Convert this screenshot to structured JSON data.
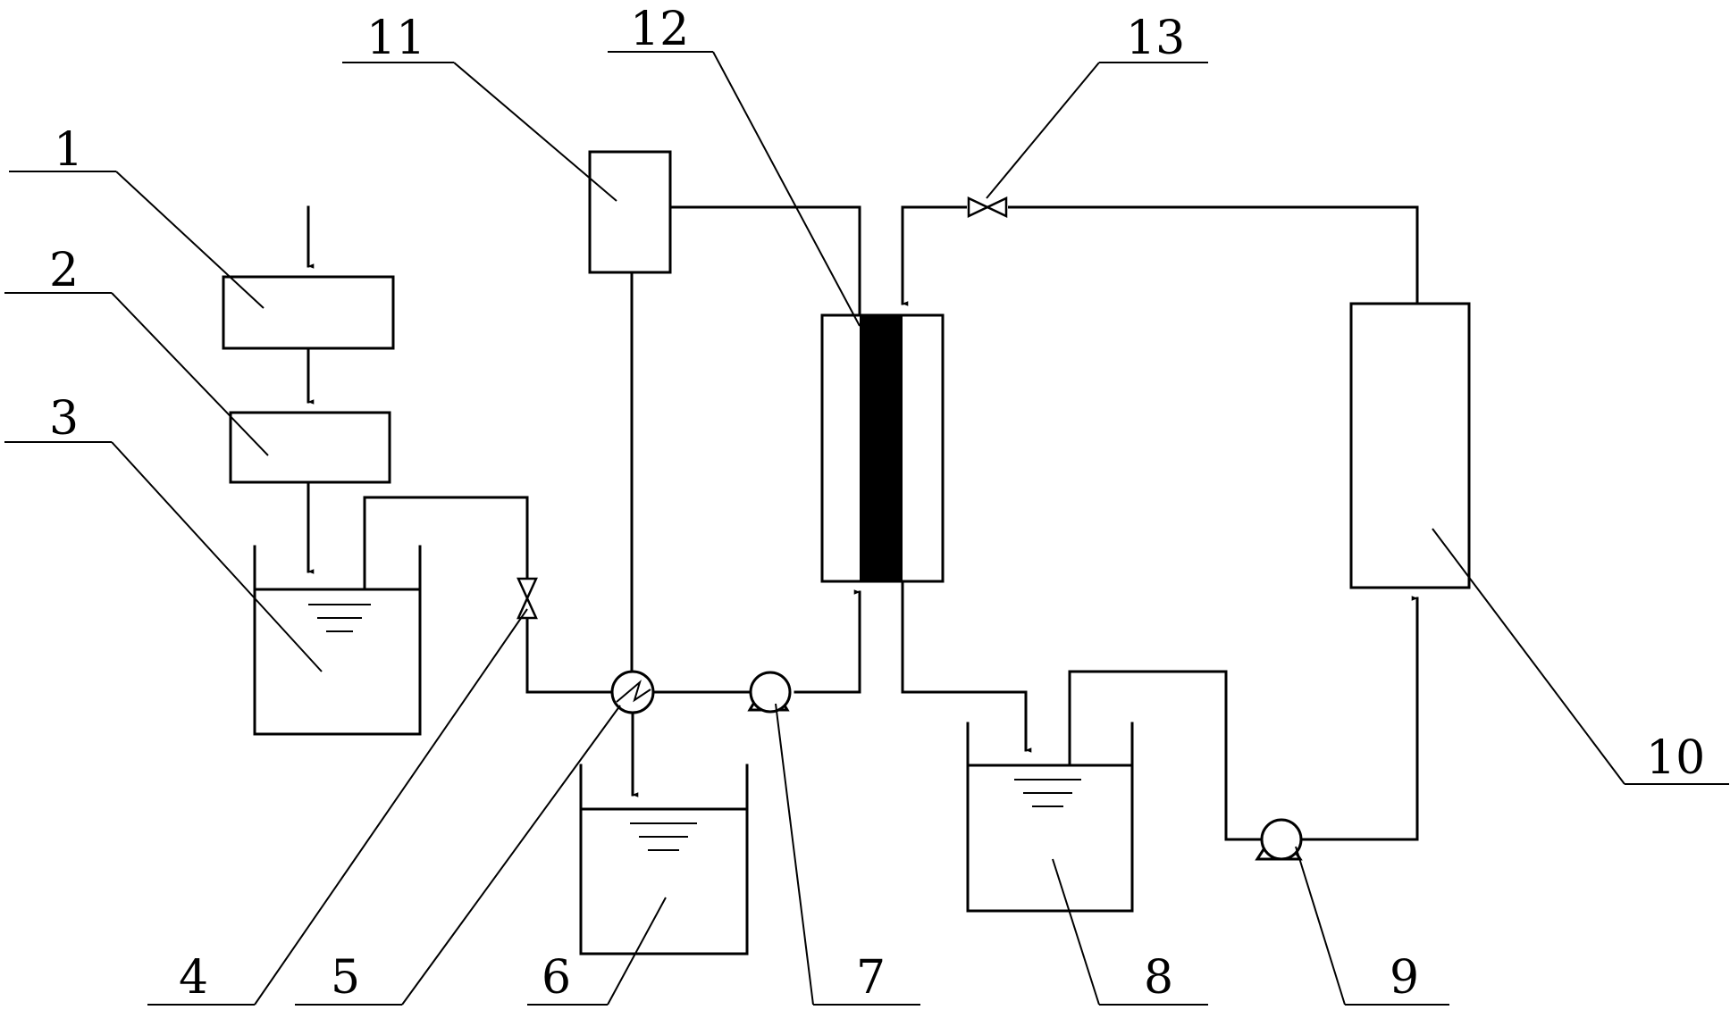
{
  "diagram": {
    "labels": {
      "l1": "1",
      "l2": "2",
      "l3": "3",
      "l4": "4",
      "l5": "5",
      "l6": "6",
      "l7": "7",
      "l8": "8",
      "l9": "9",
      "l10": "10",
      "l11": "11",
      "l12": "12",
      "l13": "13"
    },
    "colors": {
      "line": "#000000",
      "membrane": "#000000",
      "background": "#ffffff"
    }
  }
}
